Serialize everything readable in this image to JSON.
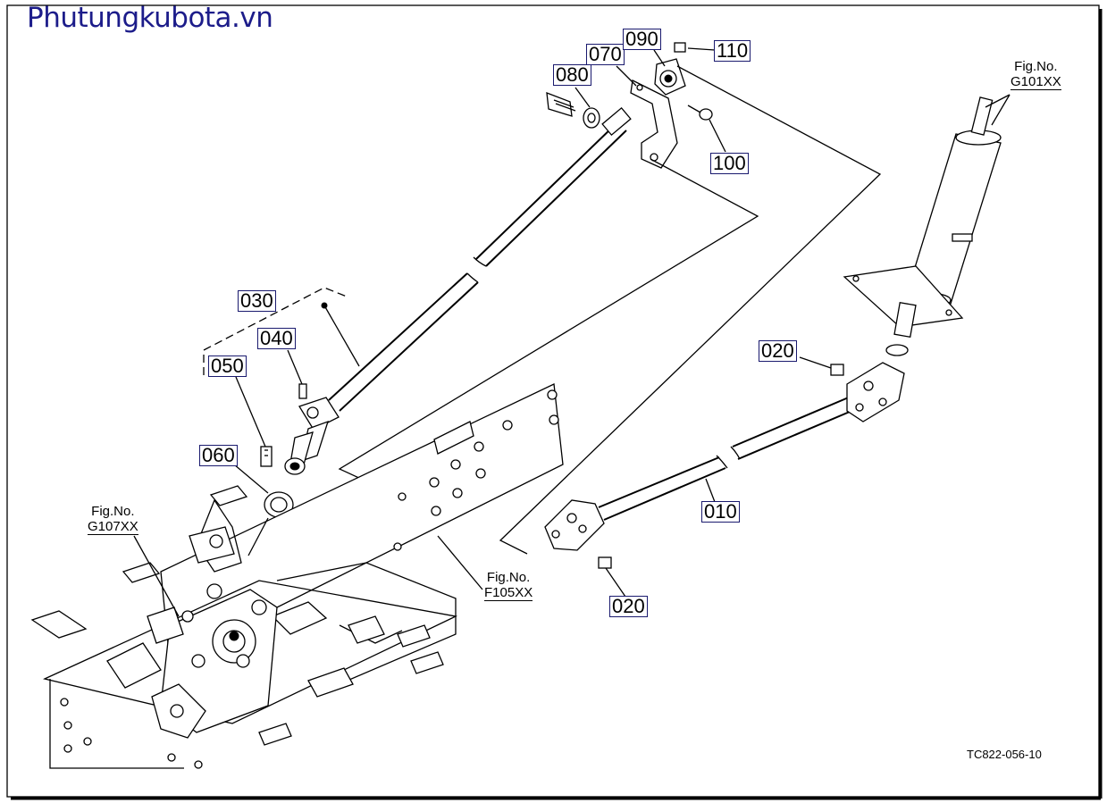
{
  "watermark": "Phutungkubota.vn",
  "drawing_code": "TC822-056-10",
  "callouts": {
    "p010": "010",
    "p020a": "020",
    "p020b": "020",
    "p030": "030",
    "p040": "040",
    "p050": "050",
    "p060": "060",
    "p070": "070",
    "p080": "080",
    "p090": "090",
    "p100": "100",
    "p110": "110"
  },
  "figure_refs": {
    "g101": {
      "label": "Fig.No.",
      "code": "G101XX"
    },
    "g107": {
      "label": "Fig.No.",
      "code": "G107XX"
    },
    "f105": {
      "label": "Fig.No.",
      "code": "F105XX"
    }
  }
}
